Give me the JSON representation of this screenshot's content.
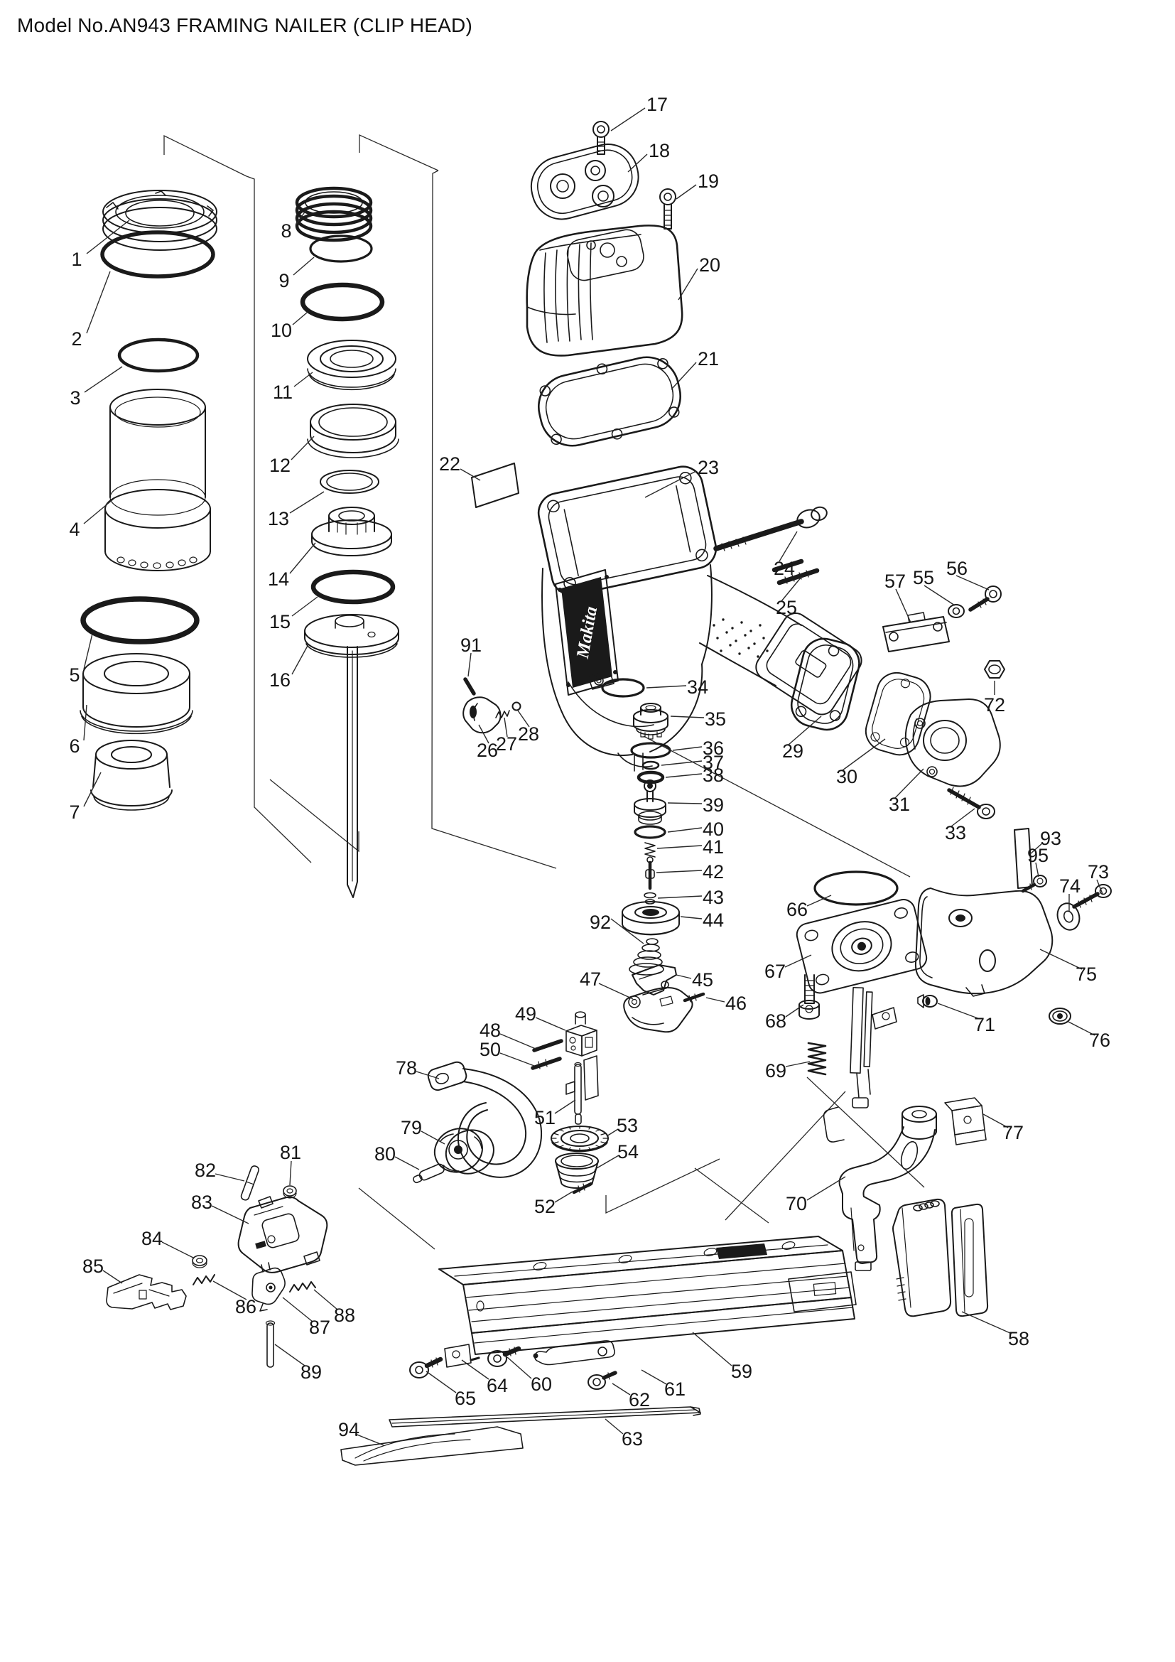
{
  "title": "Model No.AN943 FRAMING NAILER (CLIP HEAD)",
  "brand_logo": "Makita",
  "diagram": {
    "line_color": "#1a1a1a",
    "background": "#ffffff",
    "label_color": "#161616"
  },
  "parts": [
    {
      "num": "1",
      "label": [
        108,
        365
      ],
      "leader": [
        122,
        357,
        182,
        310
      ]
    },
    {
      "num": "2",
      "label": [
        108,
        477
      ],
      "leader": [
        122,
        469,
        155,
        382
      ]
    },
    {
      "num": "3",
      "label": [
        106,
        560
      ],
      "leader": [
        119,
        552,
        172,
        516
      ]
    },
    {
      "num": "4",
      "label": [
        105,
        745
      ],
      "leader": [
        118,
        737,
        160,
        702
      ]
    },
    {
      "num": "5",
      "label": [
        105,
        950
      ],
      "leader": [
        118,
        942,
        130,
        892
      ]
    },
    {
      "num": "6",
      "label": [
        105,
        1050
      ],
      "leader": [
        118,
        1042,
        122,
        992
      ]
    },
    {
      "num": "7",
      "label": [
        105,
        1143
      ],
      "leader": [
        118,
        1135,
        142,
        1087
      ]
    },
    {
      "num": "8",
      "label": [
        403,
        325
      ],
      "leader": [
        416,
        317,
        430,
        297
      ]
    },
    {
      "num": "9",
      "label": [
        400,
        395
      ],
      "leader": [
        413,
        387,
        442,
        362
      ]
    },
    {
      "num": "10",
      "label": [
        396,
        465
      ],
      "leader": [
        412,
        457,
        432,
        440
      ]
    },
    {
      "num": "11",
      "label": [
        398,
        552
      ],
      "leader": [
        414,
        544,
        440,
        524
      ]
    },
    {
      "num": "12",
      "label": [
        394,
        655
      ],
      "leader": [
        410,
        647,
        442,
        614
      ]
    },
    {
      "num": "13",
      "label": [
        392,
        730
      ],
      "leader": [
        408,
        722,
        456,
        692
      ]
    },
    {
      "num": "14",
      "label": [
        392,
        815
      ],
      "leader": [
        408,
        807,
        444,
        764
      ]
    },
    {
      "num": "15",
      "label": [
        394,
        875
      ],
      "leader": [
        411,
        867,
        447,
        840
      ]
    },
    {
      "num": "16",
      "label": [
        394,
        957
      ],
      "leader": [
        411,
        949,
        434,
        907
      ]
    },
    {
      "num": "17",
      "label": [
        925,
        147
      ],
      "leader": [
        908,
        152,
        860,
        184
      ]
    },
    {
      "num": "18",
      "label": [
        928,
        212
      ],
      "leader": [
        911,
        217,
        884,
        242
      ]
    },
    {
      "num": "19",
      "label": [
        997,
        255
      ],
      "leader": [
        980,
        260,
        952,
        280
      ]
    },
    {
      "num": "20",
      "label": [
        999,
        373
      ],
      "leader": [
        982,
        378,
        955,
        422
      ]
    },
    {
      "num": "21",
      "label": [
        997,
        505
      ],
      "leader": [
        980,
        510,
        945,
        548
      ]
    },
    {
      "num": "22",
      "label": [
        633,
        653
      ],
      "leader": [
        648,
        660,
        676,
        676
      ]
    },
    {
      "num": "23",
      "label": [
        997,
        658
      ],
      "leader": [
        980,
        663,
        908,
        700
      ]
    },
    {
      "num": "24",
      "label": [
        1104,
        800
      ],
      "leader": [
        1097,
        790,
        1122,
        748
      ]
    },
    {
      "num": "25",
      "label": [
        1107,
        855
      ],
      "leader": [
        1100,
        846,
        1128,
        812
      ]
    },
    {
      "num": "26",
      "label": [
        686,
        1056
      ],
      "leader": [
        688,
        1046,
        674,
        1020
      ]
    },
    {
      "num": "27",
      "label": [
        713,
        1047
      ],
      "leader": [
        714,
        1037,
        710,
        1010
      ]
    },
    {
      "num": "28",
      "label": [
        744,
        1033
      ],
      "leader": [
        745,
        1023,
        729,
        1000
      ]
    },
    {
      "num": "29",
      "label": [
        1116,
        1057
      ],
      "leader": [
        1110,
        1048,
        1156,
        1008
      ]
    },
    {
      "num": "30",
      "label": [
        1192,
        1093
      ],
      "leader": [
        1186,
        1084,
        1246,
        1040
      ]
    },
    {
      "num": "31",
      "label": [
        1266,
        1132
      ],
      "leader": [
        1260,
        1123,
        1300,
        1082
      ]
    },
    {
      "num": "33",
      "label": [
        1345,
        1172
      ],
      "leader": [
        1339,
        1163,
        1372,
        1138
      ]
    },
    {
      "num": "34",
      "label": [
        982,
        967
      ],
      "leader": [
        966,
        965,
        910,
        968
      ]
    },
    {
      "num": "35",
      "label": [
        1007,
        1012
      ],
      "leader": [
        991,
        1010,
        944,
        1008
      ]
    },
    {
      "num": "36",
      "label": [
        1004,
        1053
      ],
      "leader": [
        988,
        1051,
        947,
        1056
      ]
    },
    {
      "num": "37",
      "label": [
        1004,
        1073
      ],
      "leader": [
        988,
        1071,
        931,
        1077
      ]
    },
    {
      "num": "38",
      "label": [
        1004,
        1091
      ],
      "leader": [
        988,
        1089,
        937,
        1094
      ]
    },
    {
      "num": "39",
      "label": [
        1004,
        1133
      ],
      "leader": [
        988,
        1131,
        940,
        1130
      ]
    },
    {
      "num": "40",
      "label": [
        1004,
        1167
      ],
      "leader": [
        988,
        1165,
        940,
        1171
      ]
    },
    {
      "num": "41",
      "label": [
        1004,
        1192
      ],
      "leader": [
        988,
        1190,
        925,
        1194
      ]
    },
    {
      "num": "42",
      "label": [
        1004,
        1227
      ],
      "leader": [
        988,
        1225,
        924,
        1228
      ]
    },
    {
      "num": "43",
      "label": [
        1004,
        1263
      ],
      "leader": [
        988,
        1261,
        926,
        1264
      ]
    },
    {
      "num": "44",
      "label": [
        1004,
        1295
      ],
      "leader": [
        988,
        1293,
        958,
        1290
      ]
    },
    {
      "num": "45",
      "label": [
        989,
        1379
      ],
      "leader": [
        973,
        1377,
        952,
        1372
      ]
    },
    {
      "num": "46",
      "label": [
        1036,
        1412
      ],
      "leader": [
        1020,
        1410,
        994,
        1404
      ]
    },
    {
      "num": "47",
      "label": [
        831,
        1378
      ],
      "leader": [
        843,
        1384,
        891,
        1406
      ]
    },
    {
      "num": "48",
      "label": [
        690,
        1450
      ],
      "leader": [
        704,
        1455,
        754,
        1476
      ]
    },
    {
      "num": "49",
      "label": [
        740,
        1427
      ],
      "leader": [
        754,
        1432,
        796,
        1450
      ]
    },
    {
      "num": "50",
      "label": [
        690,
        1477
      ],
      "leader": [
        704,
        1482,
        752,
        1500
      ]
    },
    {
      "num": "51",
      "label": [
        767,
        1573
      ],
      "leader": [
        781,
        1567,
        810,
        1548
      ]
    },
    {
      "num": "52",
      "label": [
        767,
        1698
      ],
      "leader": [
        781,
        1692,
        806,
        1677
      ]
    },
    {
      "num": "53",
      "label": [
        883,
        1584
      ],
      "leader": [
        870,
        1589,
        854,
        1599
      ]
    },
    {
      "num": "54",
      "label": [
        884,
        1621
      ],
      "leader": [
        871,
        1626,
        840,
        1644
      ]
    },
    {
      "num": "55",
      "label": [
        1300,
        813
      ],
      "leader": [
        1301,
        824,
        1344,
        852
      ]
    },
    {
      "num": "56",
      "label": [
        1347,
        800
      ],
      "leader": [
        1346,
        810,
        1392,
        830
      ]
    },
    {
      "num": "57",
      "label": [
        1260,
        818
      ],
      "leader": [
        1261,
        829,
        1282,
        876
      ]
    },
    {
      "num": "58",
      "label": [
        1434,
        1884
      ],
      "leader": [
        1424,
        1877,
        1354,
        1846
      ]
    },
    {
      "num": "59",
      "label": [
        1044,
        1930
      ],
      "leader": [
        1030,
        1922,
        975,
        1875
      ]
    },
    {
      "num": "60",
      "label": [
        762,
        1948
      ],
      "leader": [
        748,
        1940,
        714,
        1910
      ]
    },
    {
      "num": "61",
      "label": [
        950,
        1955
      ],
      "leader": [
        938,
        1948,
        903,
        1928
      ]
    },
    {
      "num": "62",
      "label": [
        900,
        1970
      ],
      "leader": [
        887,
        1963,
        862,
        1947
      ]
    },
    {
      "num": "63",
      "label": [
        890,
        2025
      ],
      "leader": [
        877,
        2018,
        852,
        1997
      ]
    },
    {
      "num": "64",
      "label": [
        700,
        1950
      ],
      "leader": [
        688,
        1941,
        650,
        1914
      ]
    },
    {
      "num": "65",
      "label": [
        655,
        1968
      ],
      "leader": [
        642,
        1960,
        600,
        1930
      ]
    },
    {
      "num": "66",
      "label": [
        1122,
        1280
      ],
      "leader": [
        1136,
        1275,
        1170,
        1260
      ]
    },
    {
      "num": "67",
      "label": [
        1091,
        1367
      ],
      "leader": [
        1105,
        1361,
        1142,
        1344
      ]
    },
    {
      "num": "68",
      "label": [
        1092,
        1437
      ],
      "leader": [
        1106,
        1431,
        1131,
        1414
      ]
    },
    {
      "num": "69",
      "label": [
        1092,
        1507
      ],
      "leader": [
        1106,
        1501,
        1140,
        1494
      ]
    },
    {
      "num": "70",
      "label": [
        1121,
        1694
      ],
      "leader": [
        1136,
        1689,
        1190,
        1656
      ]
    },
    {
      "num": "71",
      "label": [
        1386,
        1442
      ],
      "leader": [
        1379,
        1434,
        1320,
        1412
      ]
    },
    {
      "num": "72",
      "label": [
        1400,
        992
      ],
      "leader": [
        1400,
        978,
        1400,
        958
      ]
    },
    {
      "num": "73",
      "label": [
        1546,
        1227
      ],
      "leader": [
        1544,
        1238,
        1552,
        1258
      ]
    },
    {
      "num": "74",
      "label": [
        1506,
        1247
      ],
      "leader": [
        1505,
        1258,
        1505,
        1282
      ]
    },
    {
      "num": "75",
      "label": [
        1529,
        1371
      ],
      "leader": [
        1523,
        1364,
        1464,
        1336
      ]
    },
    {
      "num": "76",
      "label": [
        1548,
        1464
      ],
      "leader": [
        1541,
        1457,
        1504,
        1438
      ]
    },
    {
      "num": "77",
      "label": [
        1426,
        1594
      ],
      "leader": [
        1419,
        1587,
        1384,
        1568
      ]
    },
    {
      "num": "78",
      "label": [
        572,
        1503
      ],
      "leader": [
        586,
        1508,
        618,
        1518
      ]
    },
    {
      "num": "79",
      "label": [
        579,
        1587
      ],
      "leader": [
        593,
        1592,
        626,
        1610
      ]
    },
    {
      "num": "80",
      "label": [
        542,
        1624
      ],
      "leader": [
        556,
        1628,
        590,
        1646
      ]
    },
    {
      "num": "81",
      "label": [
        409,
        1622
      ],
      "leader": [
        410,
        1634,
        408,
        1668
      ]
    },
    {
      "num": "82",
      "label": [
        289,
        1647
      ],
      "leader": [
        303,
        1652,
        344,
        1662
      ]
    },
    {
      "num": "83",
      "label": [
        284,
        1692
      ],
      "leader": [
        298,
        1697,
        350,
        1722
      ]
    },
    {
      "num": "84",
      "label": [
        214,
        1743
      ],
      "leader": [
        228,
        1748,
        272,
        1770
      ]
    },
    {
      "num": "85",
      "label": [
        131,
        1782
      ],
      "leader": [
        145,
        1788,
        172,
        1806
      ]
    },
    {
      "num": "86",
      "label": [
        346,
        1839
      ],
      "leader": [
        347,
        1829,
        300,
        1803
      ]
    },
    {
      "num": "87",
      "label": [
        450,
        1868
      ],
      "leader": [
        440,
        1860,
        398,
        1826
      ]
    },
    {
      "num": "88",
      "label": [
        485,
        1851
      ],
      "leader": [
        475,
        1843,
        442,
        1815
      ]
    },
    {
      "num": "89",
      "label": [
        438,
        1931
      ],
      "leader": [
        429,
        1922,
        387,
        1892
      ]
    },
    {
      "num": "91",
      "label": [
        663,
        908
      ],
      "leader": [
        663,
        919,
        659,
        952
      ]
    },
    {
      "num": "92",
      "label": [
        845,
        1298
      ],
      "leader": [
        860,
        1293,
        906,
        1328
      ]
    },
    {
      "num": "93",
      "label": [
        1479,
        1180
      ],
      "leader": [
        1468,
        1186,
        1450,
        1202
      ]
    },
    {
      "num": "94",
      "label": [
        491,
        2012
      ],
      "leader": [
        500,
        2018,
        540,
        2034
      ]
    },
    {
      "num": "95",
      "label": [
        1461,
        1204
      ],
      "leader": [
        1458,
        1214,
        1462,
        1234
      ]
    }
  ]
}
